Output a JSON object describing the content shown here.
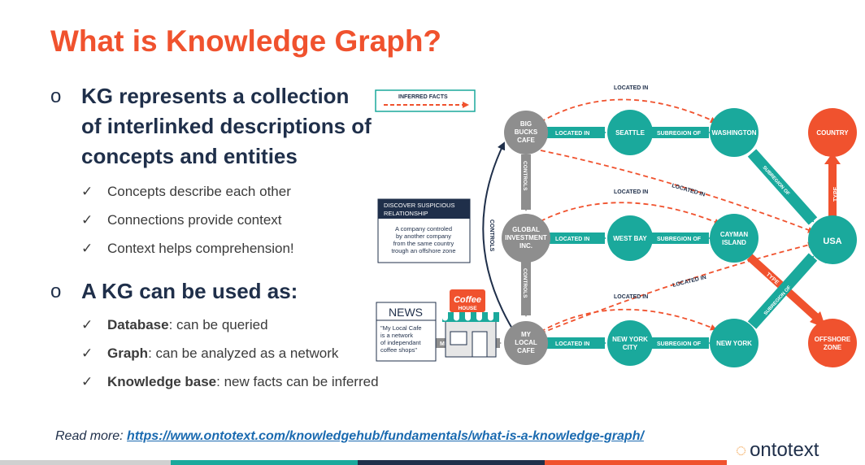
{
  "title": "What is Knowledge Graph?",
  "bullets": [
    {
      "mark": "o",
      "text": "KG represents a collection of interlinked descriptions of concepts and entities"
    },
    {
      "mark": "o",
      "text": "A KG can be used as:"
    }
  ],
  "subs1": [
    {
      "tick": "✓",
      "text": "Concepts describe each other"
    },
    {
      "tick": "✓",
      "text": "Connections provide context"
    },
    {
      "tick": "✓",
      "text": "Context helps comprehension!"
    }
  ],
  "subs2": [
    {
      "tick": "✓",
      "bold": "Database",
      "text": ": can be queried"
    },
    {
      "tick": "✓",
      "bold": "Graph",
      "text": ": can be analyzed as a network"
    },
    {
      "tick": "✓",
      "bold": "Knowledge base",
      "text": ": new facts can be inferred"
    }
  ],
  "footer": {
    "prefix": "Read more: ",
    "link": "https://www.ontotext.com/knowledgehub/fundamentals/what-is-a-knowledge-graph/"
  },
  "logo": {
    "text": "ontotext"
  },
  "diagram": {
    "legend": "INFERRED FACTS",
    "nodes": {
      "big_bucks": [
        "BIG",
        "BUCKS",
        "CAFE"
      ],
      "global": [
        "GLOBAL",
        "INVESTMENT",
        "INC."
      ],
      "my_local": [
        "MY",
        "LOCAL",
        "CAFE"
      ],
      "seattle": [
        "SEATTLE"
      ],
      "west_bay": [
        "WEST BAY"
      ],
      "new_york_city": [
        "NEW YORK",
        "CITY"
      ],
      "washington": [
        "WASHINGTON"
      ],
      "cayman": [
        "CAYMAN",
        "ISLAND"
      ],
      "new_york": [
        "NEW YORK"
      ],
      "usa": [
        "USA"
      ],
      "country": [
        "COUNTRY"
      ],
      "offshore": [
        "OFFSHORE",
        "ZONE"
      ]
    },
    "edges": {
      "located_in": "LOCATED IN",
      "subregion_of": "SUBREGION OF",
      "controls": "CONTROLS",
      "mentions": "MENTIONS",
      "type": "TYPE",
      "subregion_of_diag": "SUBREGION OF"
    },
    "discover": {
      "header": [
        "DISCOVER SUSPICIOUS",
        "RELATIONSHIP"
      ],
      "body": [
        "A company controled",
        "by another company",
        "from the same country",
        "trough an offshore zone"
      ]
    },
    "news": {
      "title": "NEWS",
      "body": [
        "\"My Local Cafe",
        "is a network",
        "of independant",
        "coffee shops\""
      ]
    },
    "shop": {
      "line1": "Coffee",
      "line2": "HOUSE"
    }
  },
  "colors": {
    "orange": "#f0522e",
    "teal": "#1aa99c",
    "gray": "#8e8e8e",
    "navy": "#1f2f4a"
  }
}
